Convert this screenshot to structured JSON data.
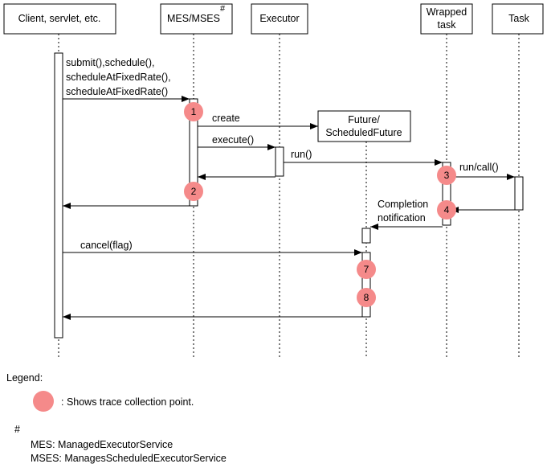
{
  "participants": {
    "client": "Client, servlet, etc.",
    "mes": "MES/MSES",
    "mes_mark": "#",
    "executor": "Executor",
    "wrapped_line1": "Wrapped",
    "wrapped_line2": "task",
    "task": "Task",
    "future_line1": "Future/",
    "future_line2": "ScheduledFuture"
  },
  "messages": {
    "submit_line1": "submit(),schedule(),",
    "submit_line2": "scheduleAtFixedRate(),",
    "submit_line3": "scheduleAtFixedRate()",
    "create": "create",
    "execute": "execute()",
    "run": "run()",
    "runcall": "run/call()",
    "completion_line1": "Completion",
    "completion_line2": "notification",
    "cancel": "cancel(flag)"
  },
  "trace_points": [
    "1",
    "2",
    "3",
    "4",
    "7",
    "8"
  ],
  "legend": {
    "title": "Legend:",
    "dot_desc": ": Shows trace collection point.",
    "mark": "#",
    "mes_def": "MES: ManagedExecutorService",
    "mses_def": "MSES: ManagesScheduledExecutorService"
  },
  "colors": {
    "trace_point": "#f58a8a",
    "line": "#000000"
  }
}
